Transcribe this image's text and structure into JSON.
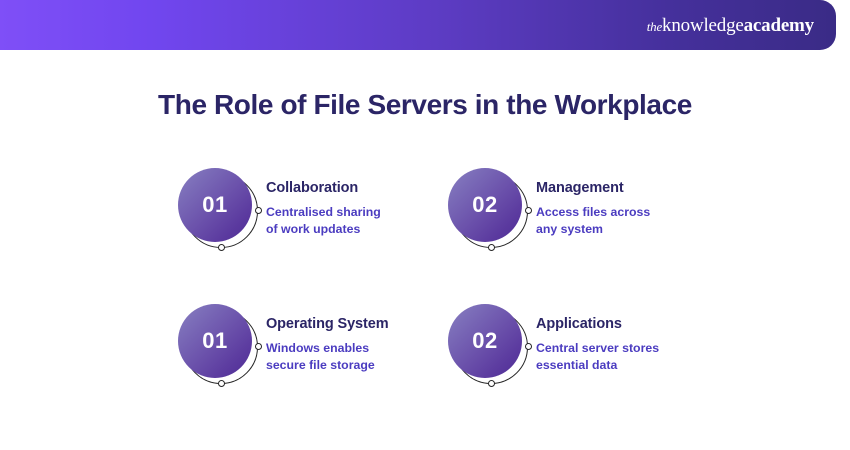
{
  "header": {
    "logo": {
      "the": "the",
      "knowledge": "knowledge",
      "academy": "academy"
    },
    "gradient_start": "#7f4ff7",
    "gradient_end": "#3a2b86"
  },
  "title": "The Role of File Servers in the Workplace",
  "colors": {
    "heading": "#2b2566",
    "body": "#4b3cc0",
    "circle_gradient_start": "#8a80c2",
    "circle_gradient_end": "#4e2d95",
    "ring_stroke": "#262626"
  },
  "cards": [
    {
      "number": "01",
      "heading": "Collaboration",
      "body_lines": [
        "Centralised sharing",
        "of work updates"
      ]
    },
    {
      "number": "02",
      "heading": "Management",
      "body_lines": [
        "Access files across",
        "any system"
      ]
    },
    {
      "number": "01",
      "heading": "Operating System",
      "body_lines": [
        "Windows enables",
        "secure file storage"
      ]
    },
    {
      "number": "02",
      "heading": "Applications",
      "body_lines": [
        "Central server stores",
        "essential data"
      ]
    }
  ]
}
